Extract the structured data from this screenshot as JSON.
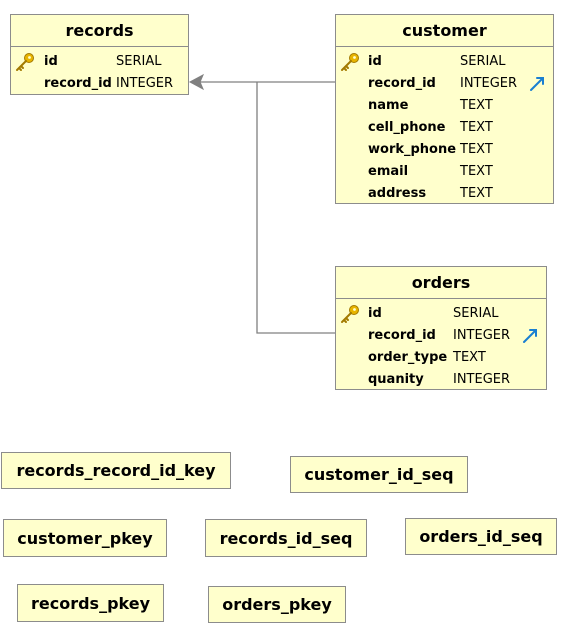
{
  "tables": {
    "records": {
      "title": "records",
      "columns": [
        {
          "name": "id",
          "type": "SERIAL",
          "pk": true
        },
        {
          "name": "record_id",
          "type": "INTEGER"
        }
      ]
    },
    "customer": {
      "title": "customer",
      "columns": [
        {
          "name": "id",
          "type": "SERIAL",
          "pk": true
        },
        {
          "name": "record_id",
          "type": "INTEGER",
          "fk": true
        },
        {
          "name": "name",
          "type": "TEXT"
        },
        {
          "name": "cell_phone",
          "type": "TEXT"
        },
        {
          "name": "work_phone",
          "type": "TEXT"
        },
        {
          "name": "email",
          "type": "TEXT"
        },
        {
          "name": "address",
          "type": "TEXT"
        }
      ]
    },
    "orders": {
      "title": "orders",
      "columns": [
        {
          "name": "id",
          "type": "SERIAL",
          "pk": true
        },
        {
          "name": "record_id",
          "type": "INTEGER",
          "fk": true
        },
        {
          "name": "order_type",
          "type": "TEXT"
        },
        {
          "name": "quanity",
          "type": "INTEGER"
        }
      ]
    }
  },
  "objects": {
    "records_record_id_key": "records_record_id_key",
    "customer_id_seq": "customer_id_seq",
    "customer_pkey": "customer_pkey",
    "records_id_seq": "records_id_seq",
    "orders_id_seq": "orders_id_seq",
    "records_pkey": "records_pkey",
    "orders_pkey": "orders_pkey"
  },
  "colors": {
    "box_fill": "#ffffcc",
    "border": "#8c8c8c",
    "connector": "#808080",
    "pk_icon": "#e8b400",
    "fk_icon": "#1a7fd1"
  },
  "icons": {
    "primary_key": "key-icon",
    "foreign_key": "foreign-key-arrow-icon"
  }
}
